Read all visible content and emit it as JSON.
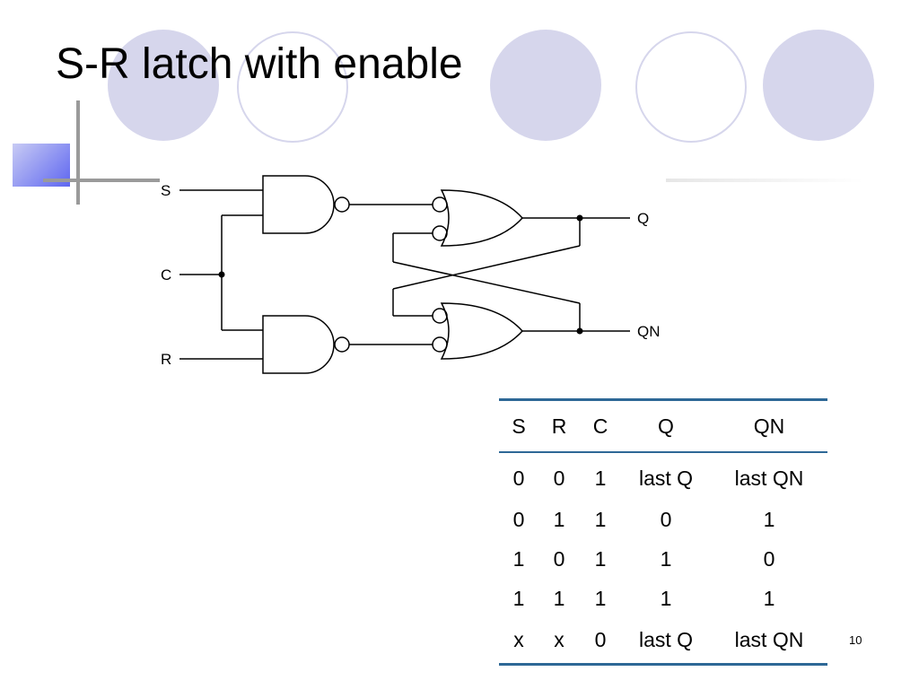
{
  "slide": {
    "title": "S-R latch with enable",
    "page_number": "10"
  },
  "circuit": {
    "inputs": {
      "s": "S",
      "c": "C",
      "r": "R"
    },
    "outputs": {
      "q": "Q",
      "qn": "QN"
    }
  },
  "truth_table": {
    "headers": {
      "s": "S",
      "r": "R",
      "c": "C",
      "q": "Q",
      "qn": "QN"
    },
    "rows": [
      {
        "s": "0",
        "r": "0",
        "c": "1",
        "q": "last Q",
        "qn": "last QN"
      },
      {
        "s": "0",
        "r": "1",
        "c": "1",
        "q": "0",
        "qn": "1"
      },
      {
        "s": "1",
        "r": "0",
        "c": "1",
        "q": "1",
        "qn": "0"
      },
      {
        "s": "1",
        "r": "1",
        "c": "1",
        "q": "1",
        "qn": "1"
      },
      {
        "s": "x",
        "r": "x",
        "c": "0",
        "q": "last Q",
        "qn": "last QN"
      }
    ]
  },
  "theme": {
    "circle_color": "#d6d6ec",
    "table_rule_color": "#2e6896",
    "accent_gradient": [
      "#c8cbf4",
      "#5e66f0"
    ]
  }
}
